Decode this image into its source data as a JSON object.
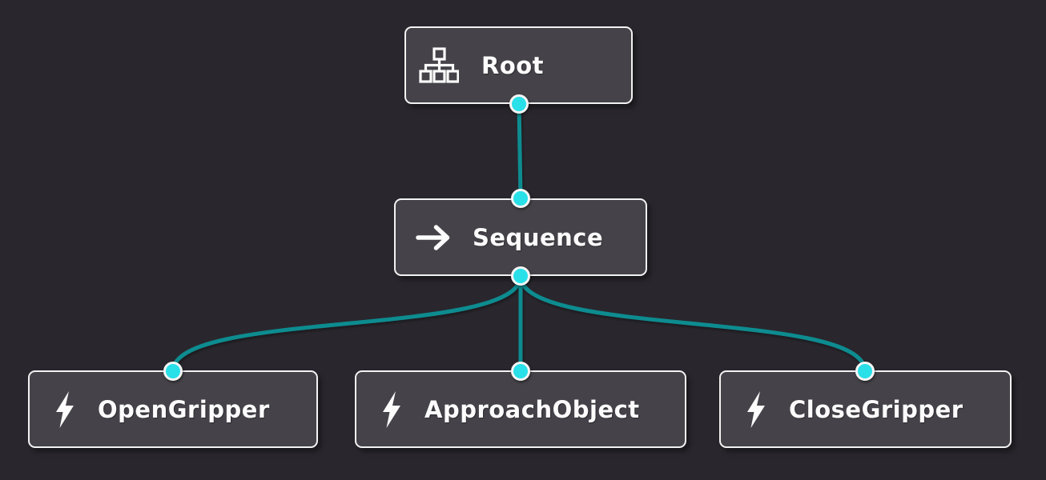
{
  "app": {
    "view": "behavior-tree-node-graph"
  },
  "colors": {
    "canvas_background": "#29272d",
    "node_fill": "#454349",
    "node_border": "#f2f2f2",
    "label_text": "#fcfcfc",
    "edge": "#0d8c90",
    "port_fill": "#29dfe8",
    "port_ring": "#f5f5f5"
  },
  "tree": {
    "nodes": [
      {
        "id": "root",
        "label": "Root",
        "icon": "subtree-icon",
        "type": "root"
      },
      {
        "id": "sequence",
        "label": "Sequence",
        "icon": "arrow-right-icon",
        "type": "control"
      },
      {
        "id": "open-gripper",
        "label": "OpenGripper",
        "icon": "bolt-icon",
        "type": "action"
      },
      {
        "id": "approach-object",
        "label": "ApproachObject",
        "icon": "bolt-icon",
        "type": "action"
      },
      {
        "id": "close-gripper",
        "label": "CloseGripper",
        "icon": "bolt-icon",
        "type": "action"
      }
    ],
    "edges": [
      {
        "from": "root",
        "to": "sequence"
      },
      {
        "from": "sequence",
        "to": "open-gripper"
      },
      {
        "from": "sequence",
        "to": "approach-object"
      },
      {
        "from": "sequence",
        "to": "close-gripper"
      }
    ]
  }
}
